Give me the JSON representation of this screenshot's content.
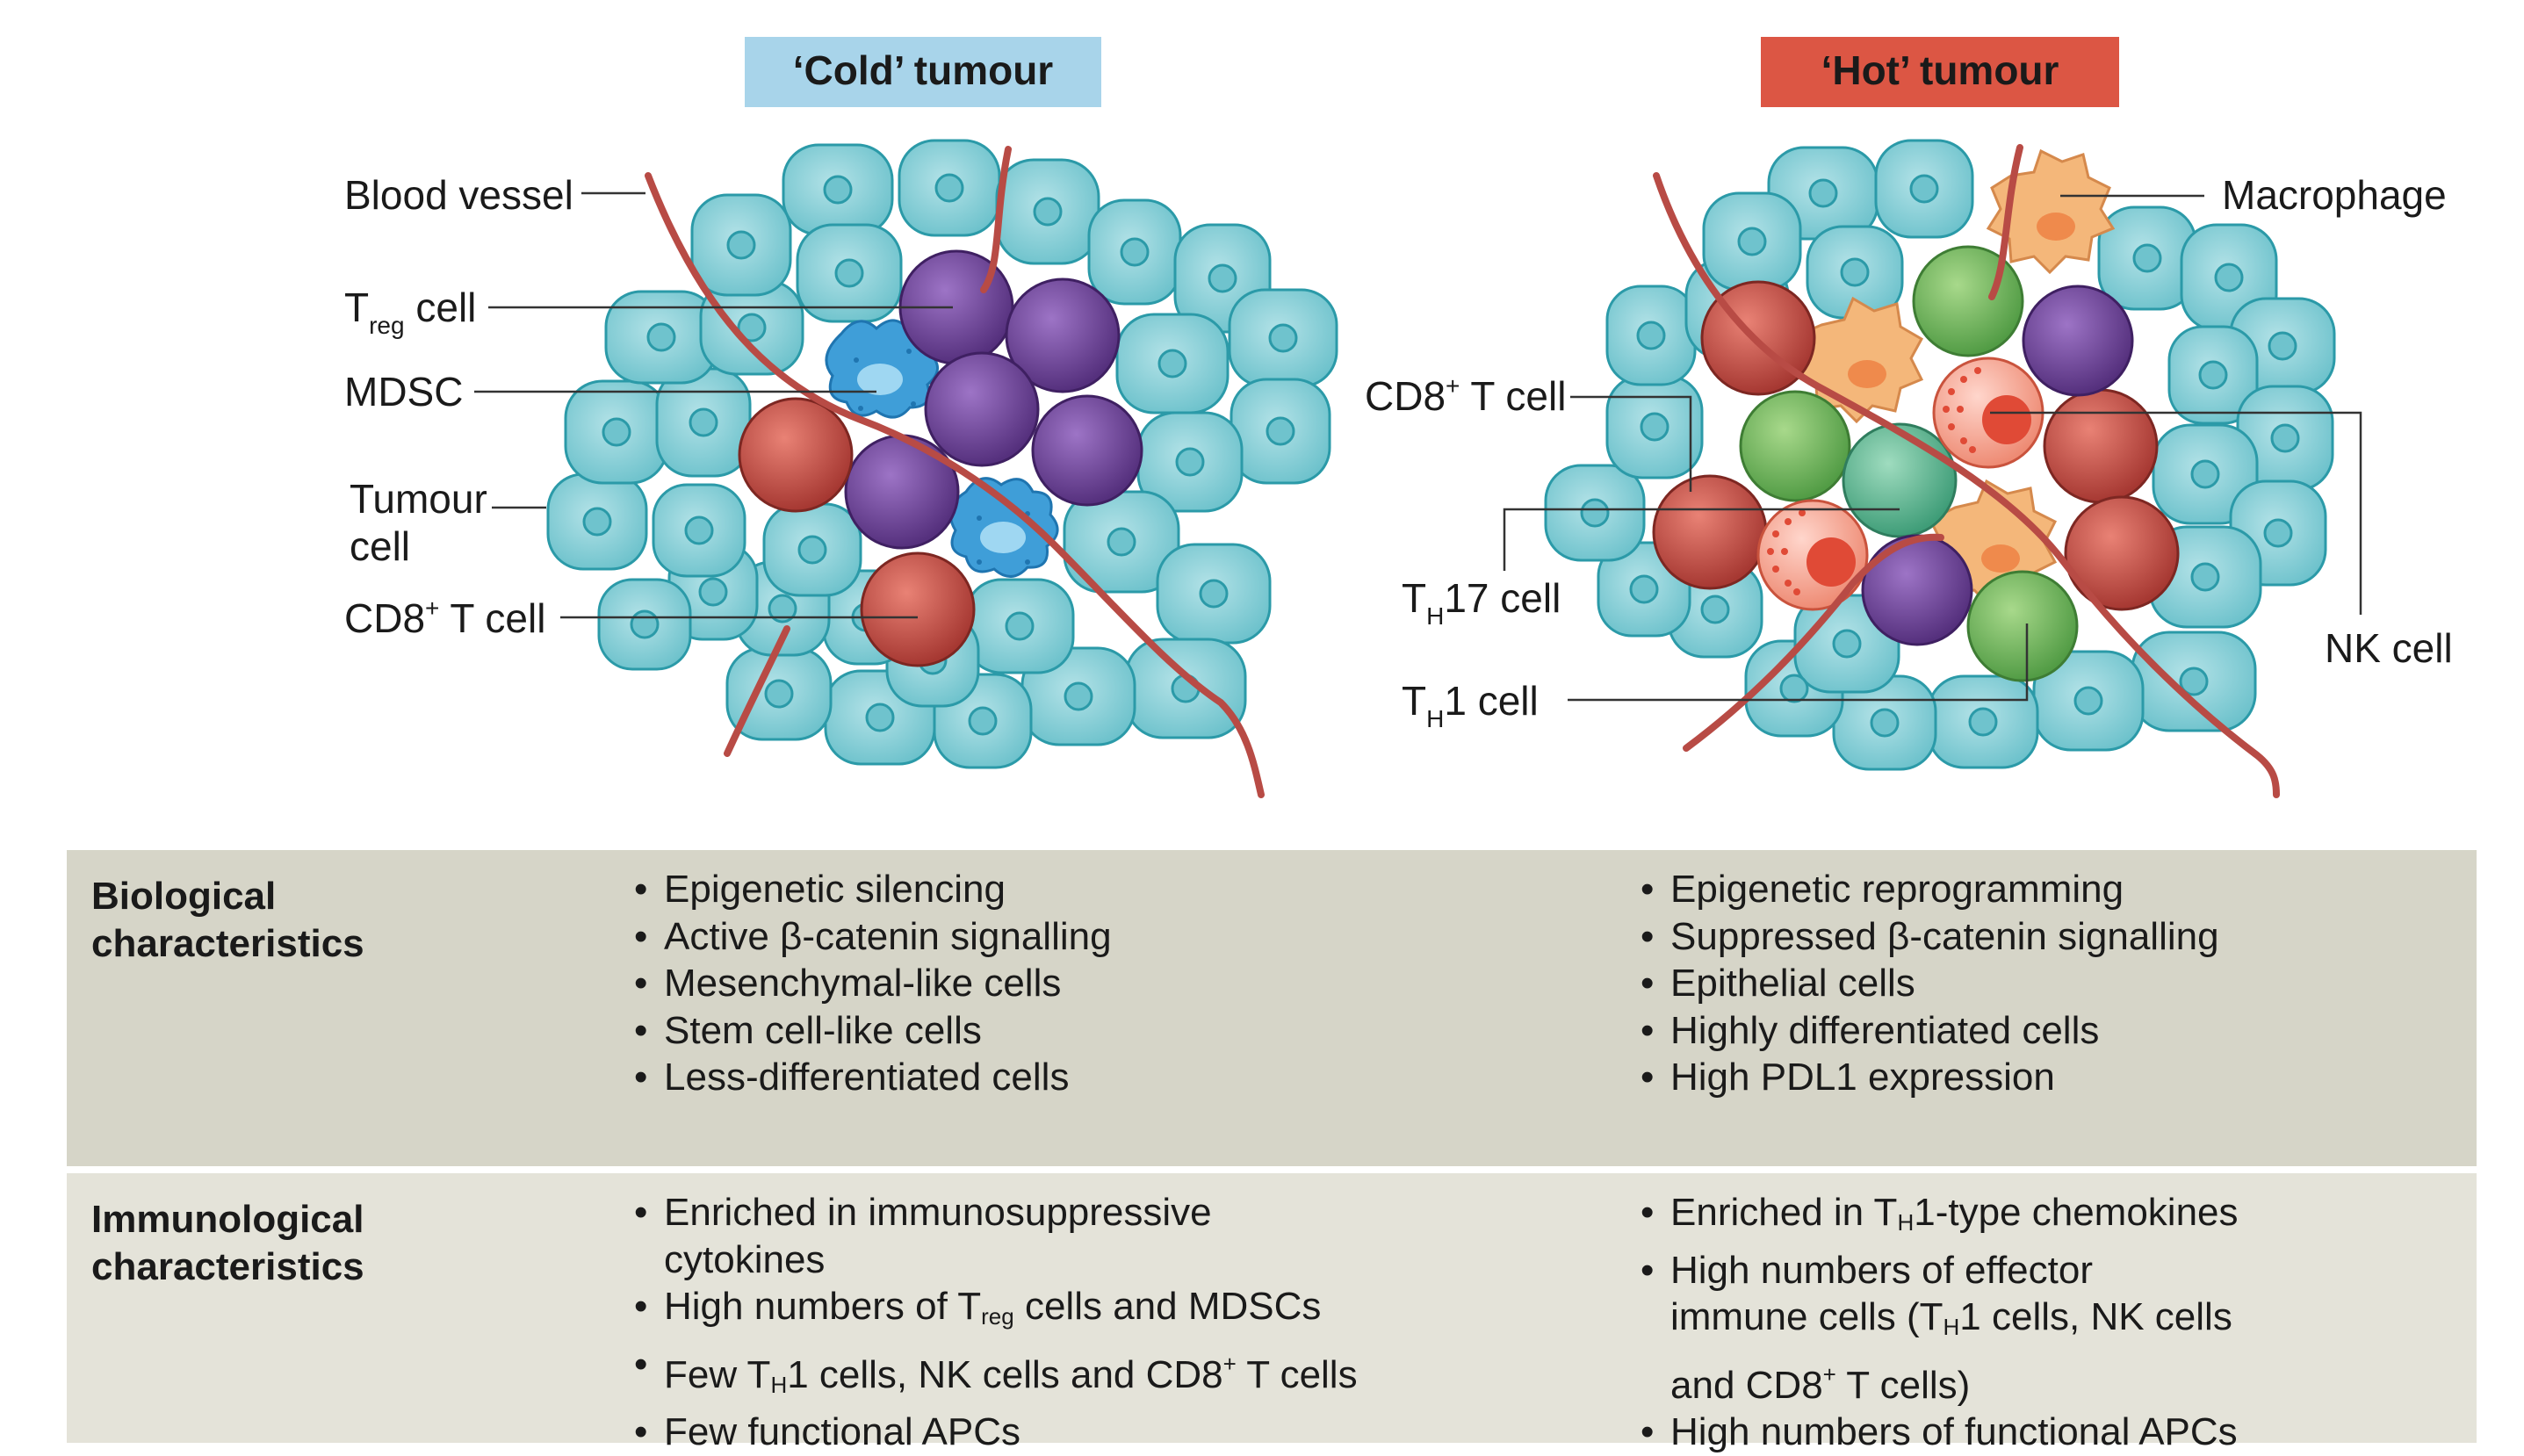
{
  "titles": {
    "cold": "‘Cold’ tumour",
    "hot": "‘Hot’ tumour"
  },
  "colors": {
    "cold_banner": "#a8d4ea",
    "hot_banner": "#dc5644",
    "tumour_cell": "#7ccbd4",
    "treg_cell": "#6a3d99",
    "cd8_cell": "#c8483f",
    "mdsc": "#3f9ed8",
    "macrophage": "#f4b77a",
    "th1_cell": "#6cb65a",
    "th17_cell": "#5bb894",
    "nk_cell": "#ef7d64",
    "blood_vessel": "#b84b45",
    "bio_panel": "#d6d5c8",
    "imm_panel": "#e4e3d9"
  },
  "cold_labels": {
    "blood_vessel": "Blood vessel",
    "treg_main": "T",
    "treg_sub": "reg",
    "treg_tail": " cell",
    "mdsc": "MDSC",
    "tumour_line1": "Tumour",
    "tumour_line2": "cell",
    "cd8_main": "CD8",
    "cd8_sup": "+",
    "cd8_tail": " T cell"
  },
  "hot_labels": {
    "macrophage": "Macrophage",
    "cd8_main": "CD8",
    "cd8_sup": "+",
    "cd8_tail": " T cell",
    "th17_main": "T",
    "th17_sub": "H",
    "th17_tail": "17 cell",
    "th1_main": "T",
    "th1_sub": "H",
    "th1_tail": "1 cell",
    "nk": "NK cell"
  },
  "rows": {
    "bio_heading": [
      "Biological",
      "characteristics"
    ],
    "imm_heading": [
      "Immunological",
      "characteristics"
    ]
  },
  "bio_cold": [
    "Epigenetic silencing",
    "Active β-catenin signalling",
    "Mesenchymal-like cells",
    "Stem cell-like cells",
    "Less-differentiated cells"
  ],
  "bio_hot": [
    "Epigenetic reprogramming",
    "Suppressed β-catenin signalling",
    "Epithelial cells",
    "Highly differentiated cells",
    "High PDL1 expression"
  ],
  "imm_cold": {
    "item1_line1": "Enriched in immunosuppressive",
    "item1_line2": "cytokines",
    "item2_a": "High numbers of T",
    "item2_sub": "reg",
    "item2_b": " cells and MDSCs",
    "item3_a": "Few T",
    "item3_sub": "H",
    "item3_b": "1 cells, NK cells and CD8",
    "item3_sup": "+",
    "item3_c": " T cells",
    "item4": "Few functional APCs"
  },
  "imm_hot": {
    "item1_a": "Enriched in T",
    "item1_sub": "H",
    "item1_b": "1-type chemokines",
    "item2_line1": "High numbers of effector",
    "item2_line2_a": "immune cells (T",
    "item2_line2_sub": "H",
    "item2_line2_b": "1 cells, NK cells",
    "item2_line3_a": "and CD8",
    "item2_line3_sup": "+",
    "item2_line3_b": " T cells)",
    "item3": "High numbers of functional APCs"
  }
}
